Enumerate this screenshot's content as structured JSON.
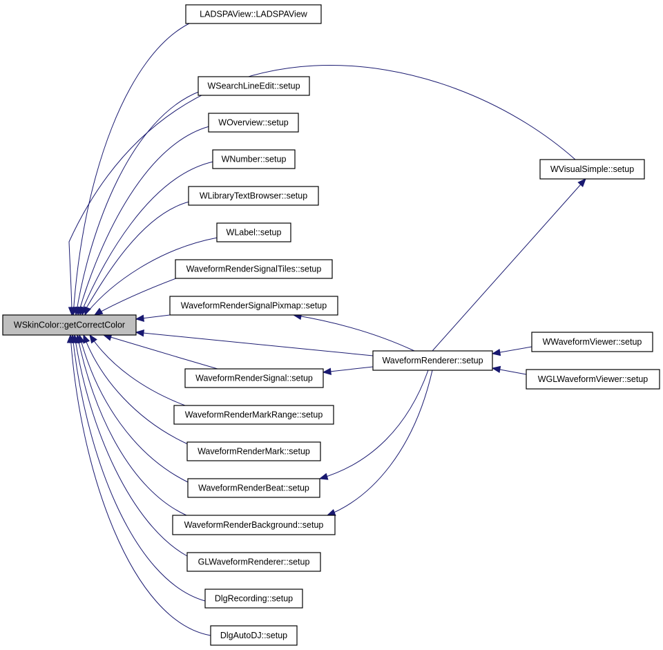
{
  "colors": {
    "edge": "#191970",
    "node_fill": "#ffffff",
    "root_fill": "#bfbfbf",
    "border": "#000000"
  },
  "nodes": {
    "root": "WSkinColor::getCorrectColor",
    "ladspa": "LADSPAView::LADSPAView",
    "search": "WSearchLineEdit::setup",
    "overview": "WOverview::setup",
    "number": "WNumber::setup",
    "libtext": "WLibraryTextBrowser::setup",
    "label": "WLabel::setup",
    "tiles": "WaveformRenderSignalTiles::setup",
    "pixmap": "WaveformRenderSignalPixmap::setup",
    "signal": "WaveformRenderSignal::setup",
    "markrange": "WaveformRenderMarkRange::setup",
    "mark": "WaveformRenderMark::setup",
    "beat": "WaveformRenderBeat::setup",
    "background": "WaveformRenderBackground::setup",
    "glwave": "GLWaveformRenderer::setup",
    "recording": "DlgRecording::setup",
    "autodj": "DlgAutoDJ::setup",
    "visual": "WVisualSimple::setup",
    "renderer": "WaveformRenderer::setup",
    "viewer": "WWaveformViewer::setup",
    "glviewer": "WGLWaveformViewer::setup"
  }
}
